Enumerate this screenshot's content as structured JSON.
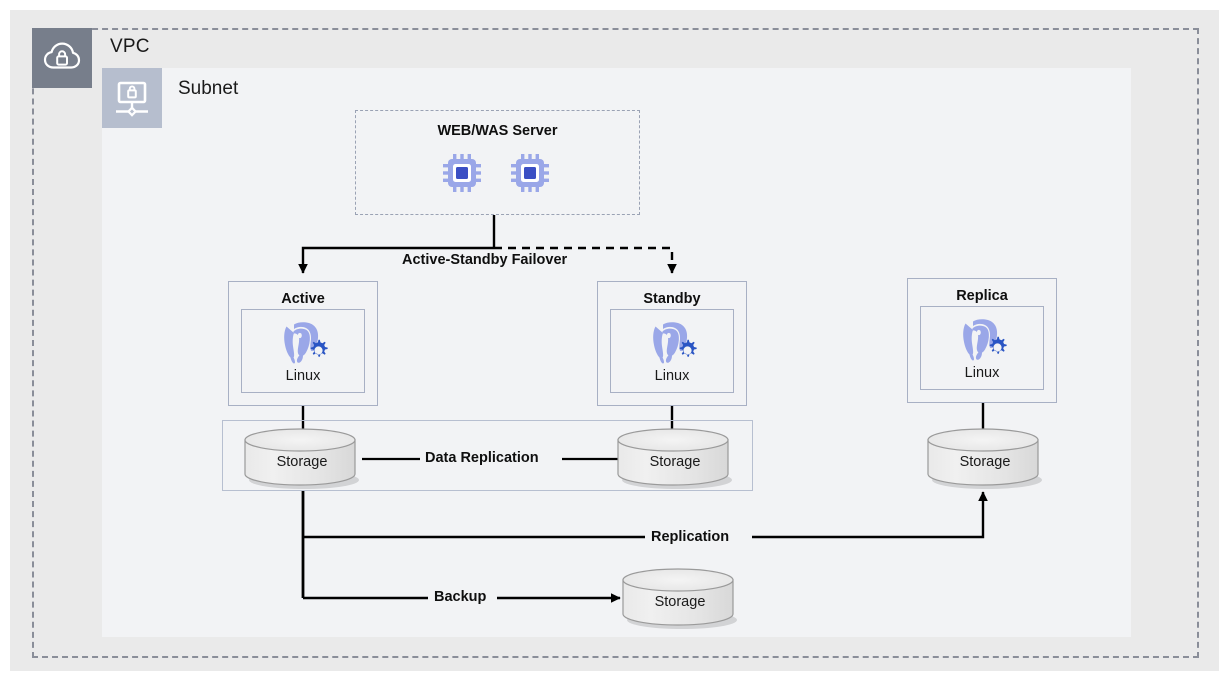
{
  "vpc": {
    "label": "VPC",
    "icon": "cloud-lock-icon",
    "icon_bg": "#777e8b",
    "border_color": "#8a8e99"
  },
  "subnet": {
    "label": "Subnet",
    "icon": "subnet-monitor-lock-icon",
    "icon_bg": "#b6bece",
    "background": "#f2f3f5"
  },
  "web_was": {
    "title": "WEB/WAS Server",
    "icons": [
      "cpu-chip-icon",
      "cpu-chip-icon"
    ],
    "icon_color": "#9aa7e8",
    "icon_core_color": "#3b4fc4",
    "border_style": "dashed"
  },
  "nodes": [
    {
      "id": "active",
      "title": "Active",
      "os": "Linux",
      "icon": "postgresql-gear-icon"
    },
    {
      "id": "standby",
      "title": "Standby",
      "os": "Linux",
      "icon": "postgresql-gear-icon"
    },
    {
      "id": "replica",
      "title": "Replica",
      "os": "Linux",
      "icon": "postgresql-gear-icon"
    }
  ],
  "storages": [
    {
      "id": "active-storage",
      "label": "Storage"
    },
    {
      "id": "standby-storage",
      "label": "Storage"
    },
    {
      "id": "replica-storage",
      "label": "Storage"
    },
    {
      "id": "backup-storage",
      "label": "Storage"
    }
  ],
  "connections": [
    {
      "id": "failover",
      "label": "Active-Standby Failover",
      "from": "web-was",
      "to": [
        "active",
        "standby"
      ],
      "style": "solid+dashed"
    },
    {
      "id": "data-replication",
      "label": "Data Replication",
      "from": "active-storage",
      "to": "standby-storage",
      "style": "solid"
    },
    {
      "id": "replication",
      "label": "Replication",
      "from": "active-storage",
      "to": "replica-storage",
      "style": "solid-arrow"
    },
    {
      "id": "backup",
      "label": "Backup",
      "from": "active-storage",
      "to": "backup-storage",
      "style": "solid-arrow"
    }
  ],
  "colors": {
    "page_background": "#eaeaea",
    "subnet_fill": "#f2f3f5",
    "node_border": "#a8b0c4",
    "line": "#000000",
    "cylinder_fill": "#e6e6e6",
    "postgres_body": "#9aa7e8",
    "postgres_gear": "#2a55c4"
  }
}
